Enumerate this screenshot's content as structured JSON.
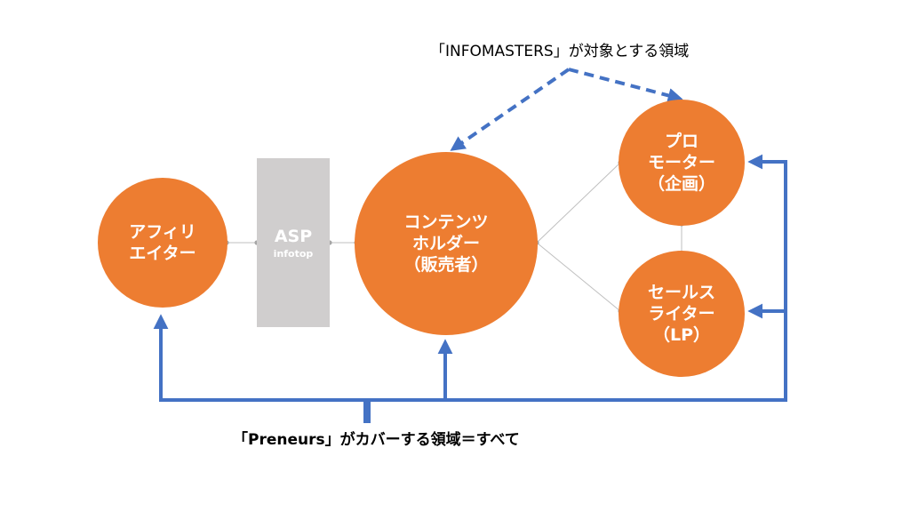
{
  "nodes": {
    "affiliate": {
      "line1": "アフィリ",
      "line2": "エイター"
    },
    "asp": {
      "name": "ASP",
      "sub": "infotop"
    },
    "content_holder": {
      "line1": "コンテンツ",
      "line2": "ホルダー",
      "line3": "（販売者）"
    },
    "promoter": {
      "line1": "プロ",
      "line2": "モーター",
      "line3": "（企画）"
    },
    "sales_writer": {
      "line1": "セールス",
      "line2": "ライター",
      "line3": "（LP）"
    }
  },
  "captions": {
    "infomasters_scope": "「INFOMASTERS」が対象とする領域",
    "preneurs_scope": "「Preneurs」がカバーする領域＝すべて"
  },
  "colors": {
    "node_fill": "#ED7D31",
    "asp_fill": "#D0CECE",
    "arrow": "#4472C4",
    "connector": "#BFBFBF"
  }
}
